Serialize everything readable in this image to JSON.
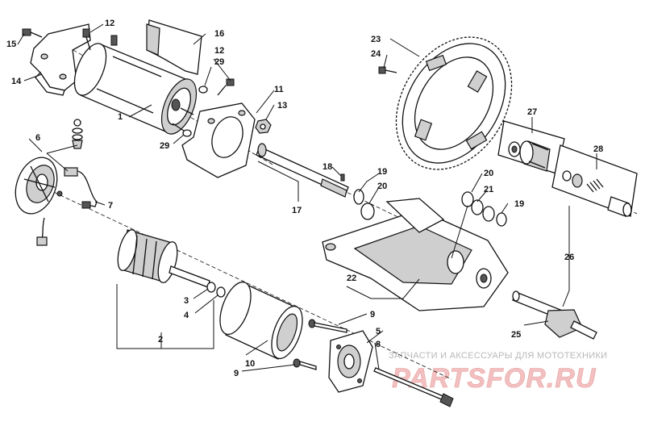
{
  "callouts": {
    "c1": "1",
    "c2": "2",
    "c3": "3",
    "c4": "4",
    "c5": "5",
    "c6": "6",
    "c7": "7",
    "c8": "8",
    "c9a": "9",
    "c9b": "9",
    "c10": "10",
    "c11": "11",
    "c12a": "12",
    "c12b": "12",
    "c13": "13",
    "c14": "14",
    "c15": "15",
    "c16": "16",
    "c17": "17",
    "c18": "18",
    "c19a": "19",
    "c19b": "19",
    "c20a": "20",
    "c20b": "20",
    "c21": "21",
    "c22": "22",
    "c23": "23",
    "c24": "24",
    "c25": "25",
    "c26": "26",
    "c27": "27",
    "c28": "28",
    "c29a": "29",
    "c29b": "29"
  },
  "watermark": {
    "tagline": "ЗАПЧАСТИ И АКСЕССУАРЫ ДЛЯ МОТОТЕХНИКИ",
    "logo": "PARTSFOR.RU"
  }
}
